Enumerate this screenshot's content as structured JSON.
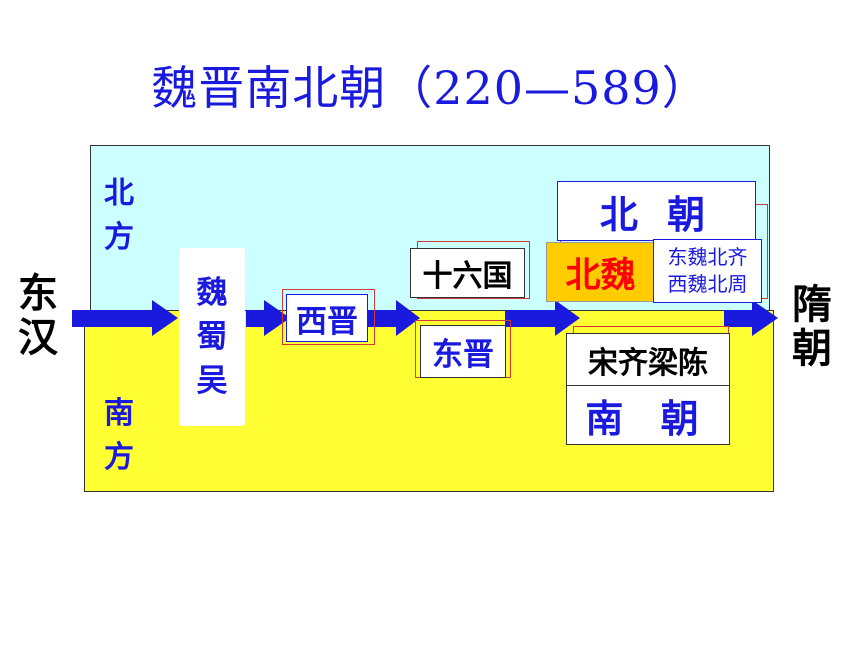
{
  "title": "魏晋南北朝（220—589）",
  "regions": {
    "north": [
      "北",
      "方"
    ],
    "south": [
      "南",
      "方"
    ]
  },
  "endpoints": {
    "start": [
      "东",
      "汉"
    ],
    "end": [
      "隋",
      "朝"
    ]
  },
  "periods": {
    "three_kingdoms": [
      "魏",
      "蜀",
      "吴"
    ],
    "western_jin": "西晋",
    "sixteen_kingdoms": "十六国",
    "eastern_jin": "东晋",
    "northern_dynasties": "北 朝",
    "northern_wei": "北魏",
    "northern_wei_successors": [
      "东魏北齐",
      "西魏北周"
    ],
    "southern_sequence": "宋齐梁陈",
    "southern_dynasties": "南 朝"
  },
  "colors": {
    "title_blue": "#1a1adf",
    "north_bg": "#ccffff",
    "south_bg": "#ffff33",
    "arrow_blue": "#1a1adf",
    "beiwei_bg": "#ffcc00",
    "beiwei_text": "#ff0000"
  }
}
